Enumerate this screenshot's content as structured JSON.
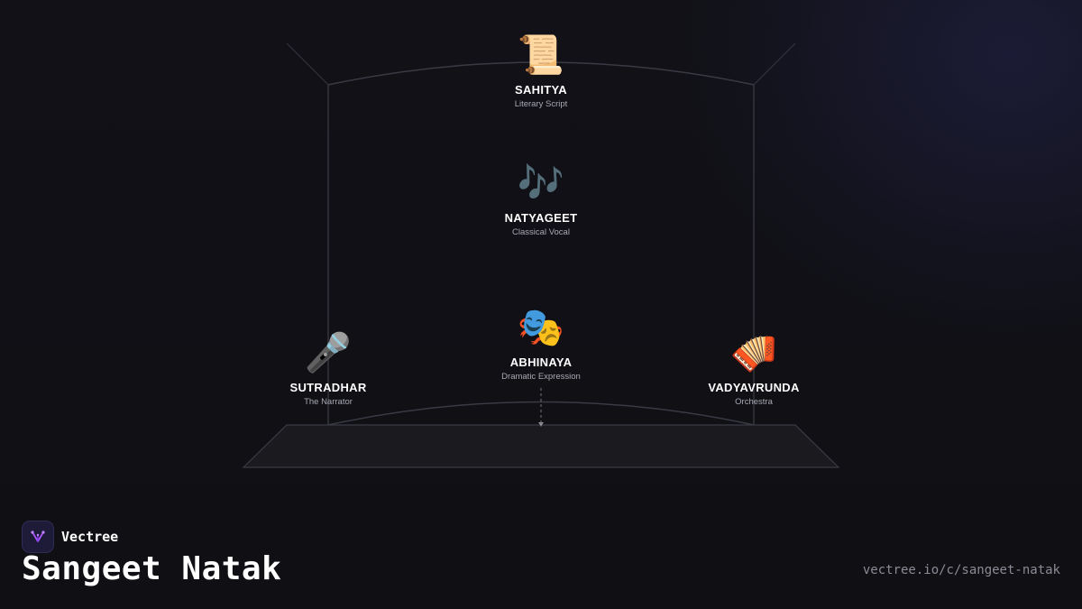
{
  "brand": {
    "name": "Vectree",
    "accent": "#a855f7"
  },
  "title": "Sangeet Natak",
  "url": "vectree.io/c/sangeet-natak",
  "nodes": {
    "sahitya": {
      "icon": "scroll-icon",
      "glyph": "📜",
      "label": "SAHITYA",
      "sub": "Literary Script"
    },
    "natyageet": {
      "icon": "musical-notes-icon",
      "glyph": "🎶",
      "label": "NATYAGEET",
      "sub": "Classical Vocal"
    },
    "abhinaya": {
      "icon": "theater-masks-icon",
      "glyph": "🎭",
      "label": "ABHINAYA",
      "sub": "Dramatic Expression"
    },
    "sutradhar": {
      "icon": "microphone-icon",
      "glyph": "🎤",
      "label": "SUTRADHAR",
      "sub": "The Narrator"
    },
    "vadyavrunda": {
      "icon": "accordion-icon",
      "glyph": "🪗",
      "label": "VADYAVRUNDA",
      "sub": "Orchestra"
    }
  },
  "colors": {
    "background": "#0f0f14",
    "stage_line": "#3a3a44",
    "stage_fill": "#1a1a1f",
    "text": "#ffffff",
    "subtext": "#a9a9b4"
  }
}
